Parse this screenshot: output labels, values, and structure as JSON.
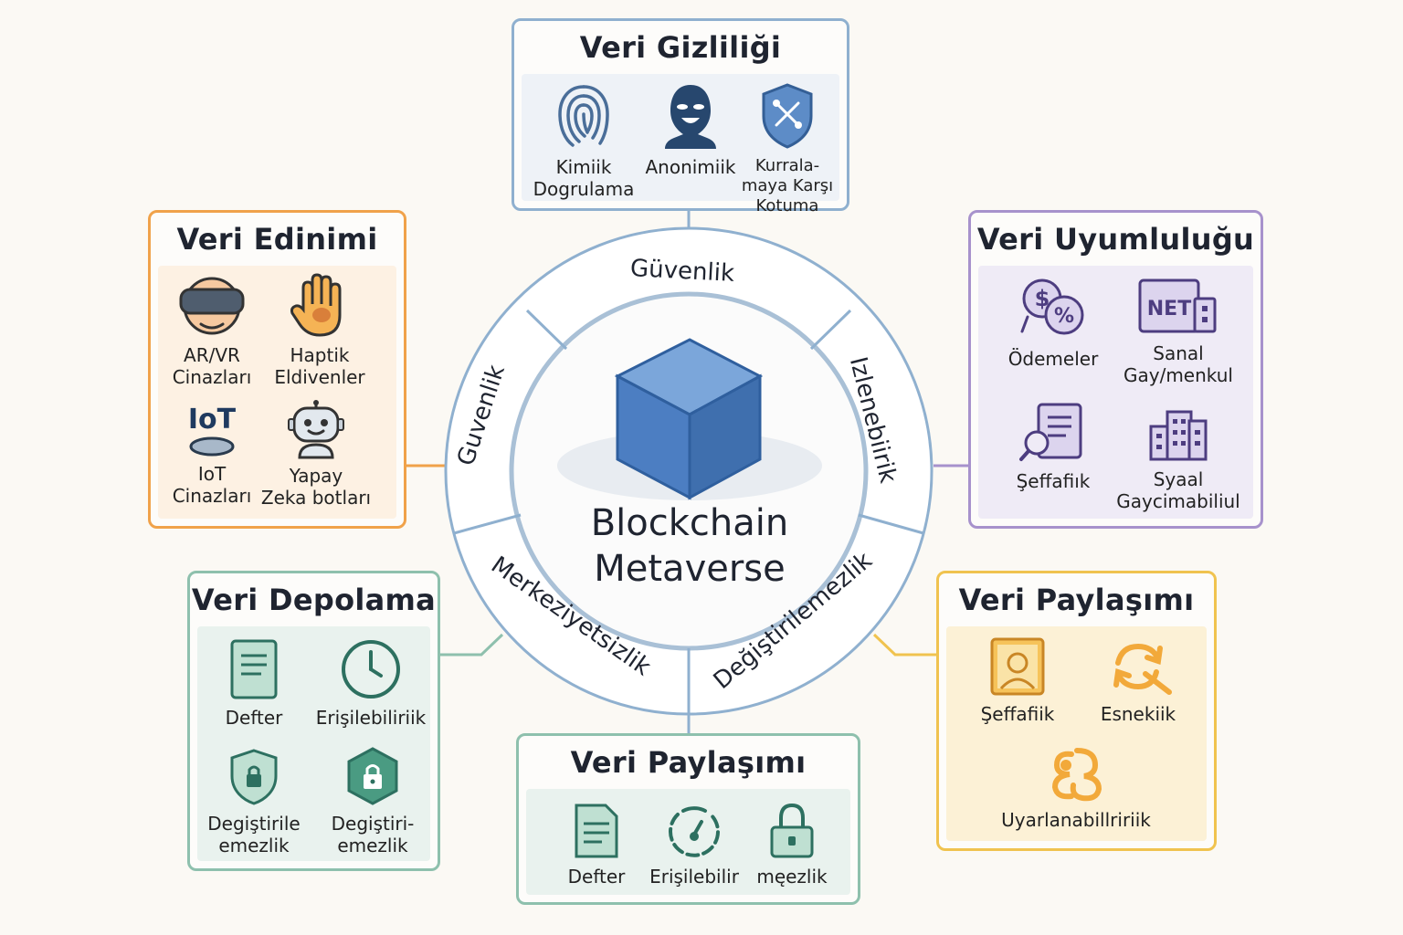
{
  "center": {
    "line1": "Blockchain",
    "line2": "Metaverse"
  },
  "ring": {
    "top": "Güvenlik",
    "left": "Guvenlik",
    "right": "Izlenebiirik",
    "bottom_left": "Merkeziyetsizlik",
    "bottom_right": "Değiştirilemezlik"
  },
  "cards": {
    "gizlilik": {
      "title": "Veri Gizliliği",
      "items": [
        "Kimiik\nDogrulama",
        "Anonimiik",
        "Kurrala-\nmaya Karşı\nKotuma"
      ]
    },
    "edinim": {
      "title": "Veri Edinimi",
      "items": [
        "AR/VR\nCinazları",
        "Haptik\nEldivenler",
        "IoT\nCinazları",
        "Yapay\nZeka botları"
      ],
      "iot_glyph": "IoT"
    },
    "uyum": {
      "title": "Veri Uyumluluğu",
      "items": [
        "Ödemeler",
        "Sanal\nGay/menkul",
        "Şeffafiık",
        "Syaal\nGaycimabiliul"
      ],
      "net_glyph": "NET"
    },
    "depolama": {
      "title": "Veri Depolama",
      "items": [
        "Defter",
        "Erişilebiliriik",
        "Degiştirile\nemezlik",
        "Degiştiri-\nemezlik"
      ]
    },
    "paylasim_right": {
      "title": "Veri Paylaşımı",
      "items": [
        "Şeffafiik",
        "Esnekiik",
        "Uyarlanabillririik"
      ]
    },
    "paylasim_bottom": {
      "title": "Veri Paylaşımı",
      "items": [
        "Defter",
        "Erişilebilir",
        "męezlik"
      ]
    }
  },
  "colors": {
    "blue": "#7f9fc2",
    "orange": "#f0a24a",
    "purple": "#a792cc",
    "green": "#8ec0ad",
    "yellow": "#f0c34f",
    "cube": "#4c7ec2"
  }
}
